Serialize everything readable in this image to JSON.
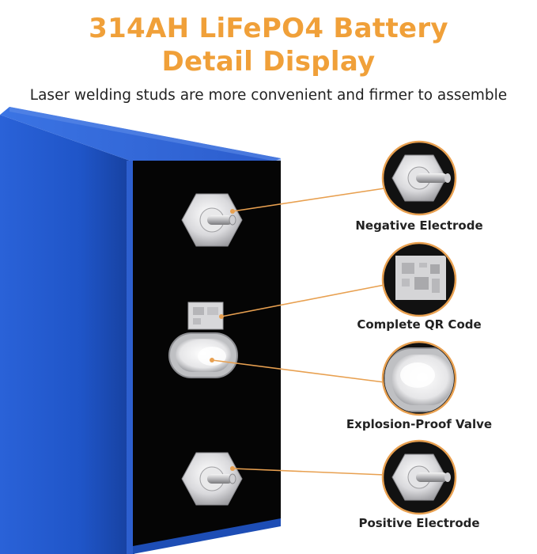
{
  "header": {
    "title_line1": "314AH LiFePO4 Battery",
    "title_line2": "Detail Display",
    "subtitle": "Laser welding studs are more convenient and firmer to assemble"
  },
  "callouts": [
    {
      "label": "Negative Electrode",
      "icon": "terminal-stud-icon"
    },
    {
      "label": "Complete QR Code",
      "icon": "qr-code-icon"
    },
    {
      "label": "Explosion-Proof Valve",
      "icon": "explosion-proof-valve-icon"
    },
    {
      "label": "Positive Electrode",
      "icon": "terminal-stud-icon"
    }
  ],
  "colors": {
    "title": "#f0a039",
    "connector": "#e8a050",
    "battery_blue": "#1f54c7",
    "battery_top": "#000000",
    "callout_bg": "#111111"
  }
}
